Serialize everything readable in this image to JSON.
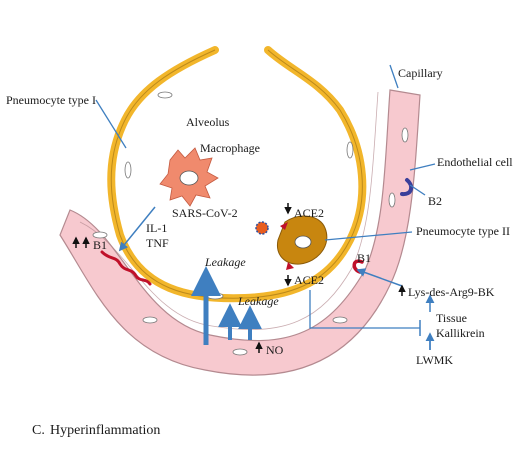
{
  "labels": {
    "capillary": "Capillary",
    "pneumocyte_type_1": "Pneumocyte type I",
    "alveolus": "Alveolus",
    "macrophage": "Macrophage",
    "endothelial_cell": "Endothelial cell",
    "b2": "B2",
    "sars_cov_2": "SARS-CoV-2",
    "ace2_top": "ACE2",
    "ace2_bottom": "ACE2",
    "pneumocyte_type_2": "Pneumocyte type II",
    "il1": "IL-1",
    "tnf": "TNF",
    "b1_left": "B1",
    "b1_right": "B1",
    "leakage_top": "Leakage",
    "leakage_bottom": "Leakage",
    "lys_des_arg9_bk": "Lys-des-Arg9-BK",
    "tissue": "Tissue",
    "kallikrein": "Kallikrein",
    "no": "NO",
    "lwmk": "LWMK"
  },
  "caption": {
    "letter": "C.",
    "text": "Hyperinflammation"
  },
  "colors": {
    "capillary_fill": "#f7c9cf",
    "capillary_stroke": "#b48a90",
    "alveolus_wall": "#f2b62b",
    "alveolus_wall_stroke": "#9a6c10",
    "macrophage": "#f08a6d",
    "pneumocyte_2": "#c8860f",
    "arrow_blue": "#3f7fc0",
    "receptor_red": "#c0102a",
    "receptor_blue": "#3a3f9a",
    "virus": "#e85d1f"
  }
}
